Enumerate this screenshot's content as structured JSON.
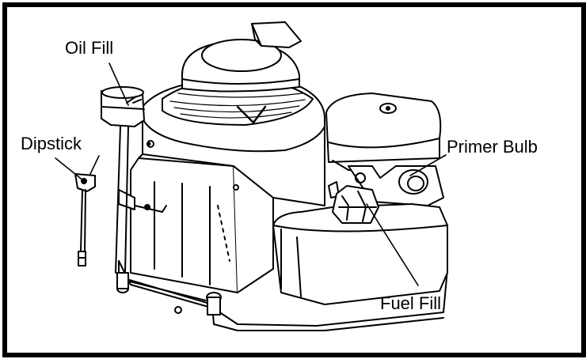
{
  "labels": {
    "oil_fill": "Oil Fill",
    "dipstick": "Dipstick",
    "primer_bulb": "Primer Bulb",
    "fuel_fill": "Fuel Fill"
  },
  "colors": {
    "ink": "#000000",
    "paper": "#ffffff"
  }
}
